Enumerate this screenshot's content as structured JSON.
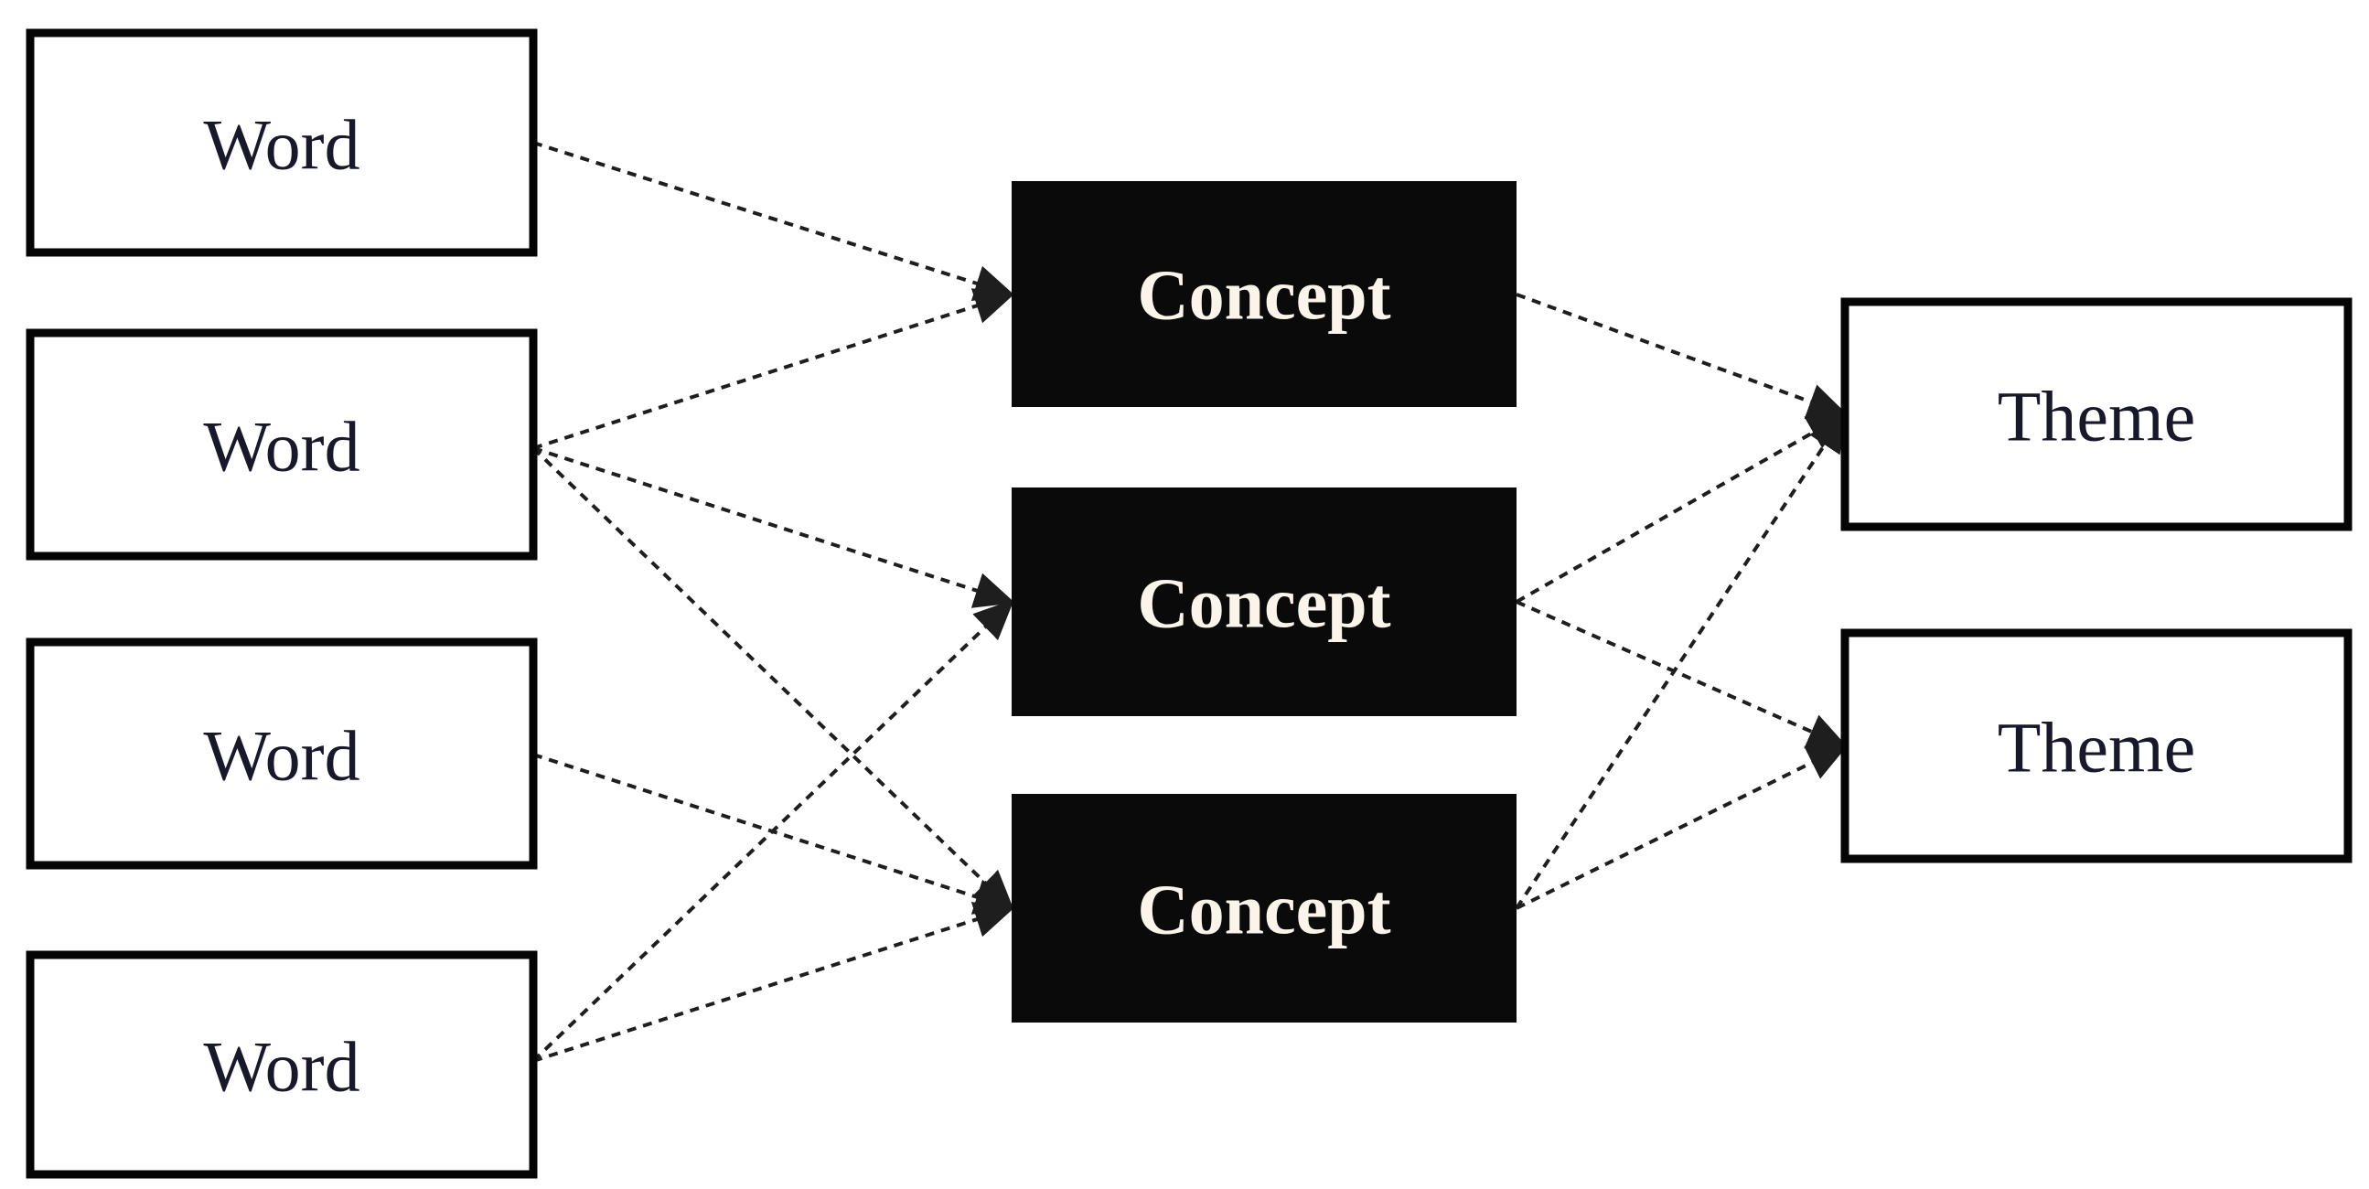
{
  "figure": {
    "nodes": {
      "word1": {
        "label": "Word"
      },
      "word2": {
        "label": "Word"
      },
      "word3": {
        "label": "Word"
      },
      "word4": {
        "label": "Word"
      },
      "concept1": {
        "label": "Concept"
      },
      "concept2": {
        "label": "Concept"
      },
      "concept3": {
        "label": "Concept"
      },
      "theme1": {
        "label": "Theme"
      },
      "theme2": {
        "label": "Theme"
      }
    },
    "edges": [
      {
        "from": "word1",
        "to": "concept1"
      },
      {
        "from": "word2",
        "to": "concept1"
      },
      {
        "from": "word2",
        "to": "concept2"
      },
      {
        "from": "word2",
        "to": "concept3"
      },
      {
        "from": "word3",
        "to": "concept3"
      },
      {
        "from": "word4",
        "to": "concept2"
      },
      {
        "from": "word4",
        "to": "concept3"
      },
      {
        "from": "concept1",
        "to": "theme1"
      },
      {
        "from": "concept2",
        "to": "theme1"
      },
      {
        "from": "concept2",
        "to": "theme2"
      },
      {
        "from": "concept3",
        "to": "theme1"
      },
      {
        "from": "concept3",
        "to": "theme2"
      }
    ],
    "colors": {
      "background": "#ffffff",
      "box_fill": "#ffffff",
      "box_border": "#050505",
      "concept_fill": "#0a0a0a",
      "concept_text": "#faf4ea",
      "label_text": "#18182b",
      "arrow": "#1e1e1e"
    }
  }
}
